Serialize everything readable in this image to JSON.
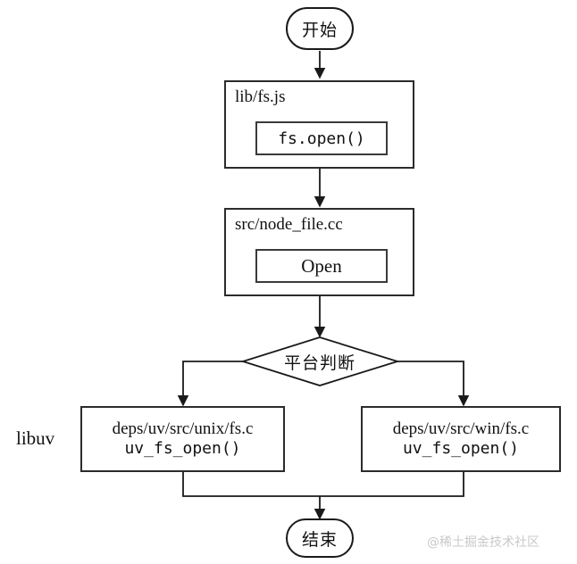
{
  "diagram": {
    "title_watermark": "@稀土掘金技术社区",
    "side_label_libuv": "libuv",
    "start_node": {
      "label": "开始",
      "shape": "terminator"
    },
    "end_node": {
      "label": "结束",
      "shape": "terminator"
    },
    "decision": {
      "label": "平台判断",
      "shape": "diamond"
    },
    "process_nodes": [
      {
        "file_label": "lib/fs.js",
        "inner_label": "fs.open()",
        "inner_font": "mono"
      },
      {
        "file_label": "src/node_file.cc",
        "inner_label": "Open",
        "inner_font": "serif"
      }
    ],
    "leaf_nodes": [
      {
        "path_label": "deps/uv/src/unix/fs.c",
        "function_label": "uv_fs_open()",
        "branch": "unix"
      },
      {
        "path_label": "deps/uv/src/win/fs.c",
        "function_label": "uv_fs_open()",
        "branch": "win"
      }
    ],
    "colors": {
      "stroke": "#2b2b2b",
      "background": "#ffffff",
      "text": "#111111",
      "watermark": "#c9c9c9"
    }
  }
}
